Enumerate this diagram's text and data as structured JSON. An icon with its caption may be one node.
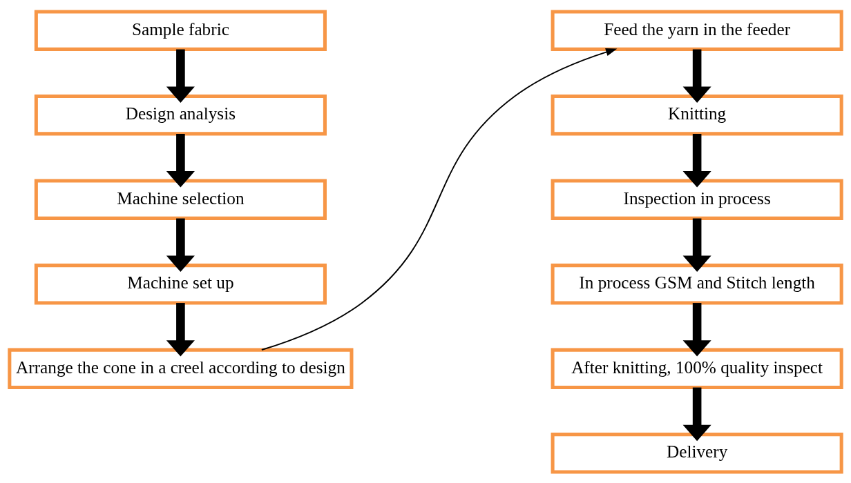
{
  "diagram": {
    "nodes": [
      {
        "text": [
          "Sample fabric"
        ]
      },
      {
        "text": [
          "Design analysis"
        ]
      },
      {
        "text": [
          "Machine selection"
        ]
      },
      {
        "text": [
          "Machine set up"
        ]
      },
      {
        "text": [
          "Arrange the cone in a creel according to design"
        ]
      },
      {
        "text": [
          "Feed the yarn in the feeder"
        ]
      },
      {
        "text": [
          "Knitting"
        ]
      },
      {
        "text": [
          "Inspection in process"
        ]
      },
      {
        "text": [
          "In process GSM and Stitch length"
        ]
      },
      {
        "text": [
          "After knitting, 100% quality inspect"
        ]
      },
      {
        "text": [
          "Delivery"
        ]
      }
    ],
    "edges": [
      {
        "from": 0,
        "to": 1,
        "arrow": "to"
      },
      {
        "from": 1,
        "to": 2,
        "arrow": "to"
      },
      {
        "from": 2,
        "to": 3,
        "arrow": "to"
      },
      {
        "from": 3,
        "to": 4,
        "arrow": "to"
      },
      {
        "from": 4,
        "to": 5,
        "arrow": "to"
      },
      {
        "from": 5,
        "to": 6,
        "arrow": "to"
      },
      {
        "from": 6,
        "to": 7,
        "arrow": "to"
      },
      {
        "from": 7,
        "to": 8,
        "arrow": "to"
      },
      {
        "from": 8,
        "to": 9,
        "arrow": "to"
      },
      {
        "from": 9,
        "to": 10,
        "arrow": "to"
      }
    ]
  }
}
